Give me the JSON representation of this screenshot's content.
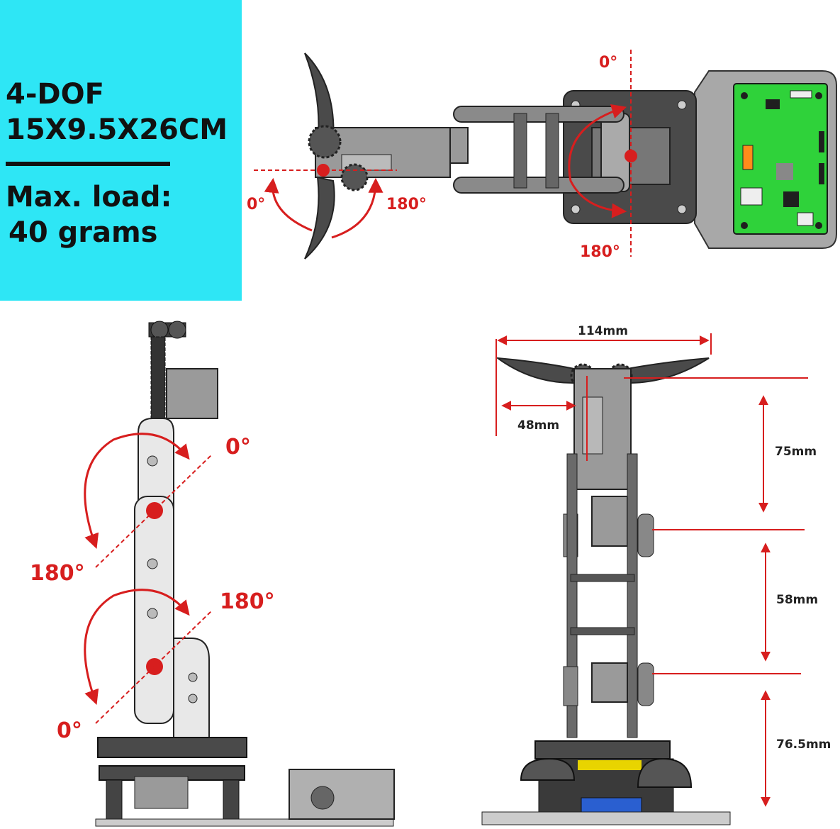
{
  "specs": {
    "dof": "4-DOF",
    "size": "15X9.5X26CM",
    "load_label": "Max. load:",
    "load_value": "40 grams"
  },
  "top_view": {
    "gripper_open": "0°",
    "gripper_closed": "180°",
    "base_top": "0°",
    "base_bottom": "180°"
  },
  "side_view": {
    "upper_joint_min": "0°",
    "upper_joint_max": "180°",
    "lower_joint_max": "180°",
    "lower_joint_min": "0°"
  },
  "front_view": {
    "gripper_width": "114mm",
    "gripper_half": "48mm",
    "segment_top": "75mm",
    "segment_mid": "58mm",
    "segment_base": "76.5mm"
  },
  "colors": {
    "accent_red": "#d71e1e",
    "panel_cyan": "#2ee6f5",
    "pcb_green": "#2fd23a",
    "part_gray": "#9a9a9a",
    "dark_part": "#4a4a4a"
  }
}
